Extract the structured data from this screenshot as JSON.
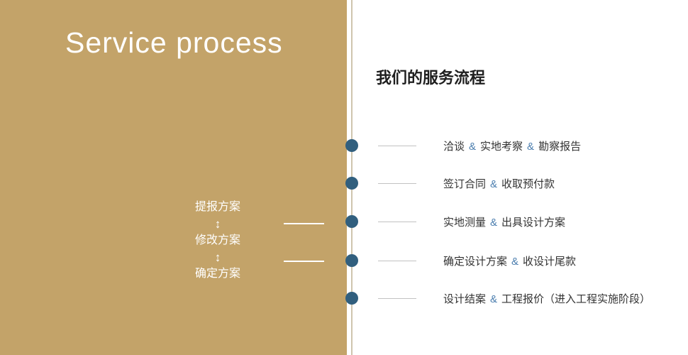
{
  "colors": {
    "panel_tan": "#c3a369",
    "dot_blue": "#315f7e",
    "ampersand_blue": "#4a7dae"
  },
  "left": {
    "title": "Service process",
    "steps": [
      "提报方案",
      "修改方案",
      "确定方案"
    ],
    "arrow_glyph": "↕"
  },
  "right": {
    "title": "我们的服务流程",
    "amp": "&",
    "rows": [
      {
        "segments": [
          "洽谈",
          "实地考察",
          "勘察报告"
        ]
      },
      {
        "segments": [
          "签订合同",
          "收取预付款"
        ]
      },
      {
        "segments": [
          "实地测量",
          "出具设计方案"
        ]
      },
      {
        "segments": [
          "确定设计方案",
          "收设计尾款"
        ]
      },
      {
        "segments": [
          "设计结案",
          "工程报价（进入工程实施阶段）"
        ]
      }
    ]
  }
}
